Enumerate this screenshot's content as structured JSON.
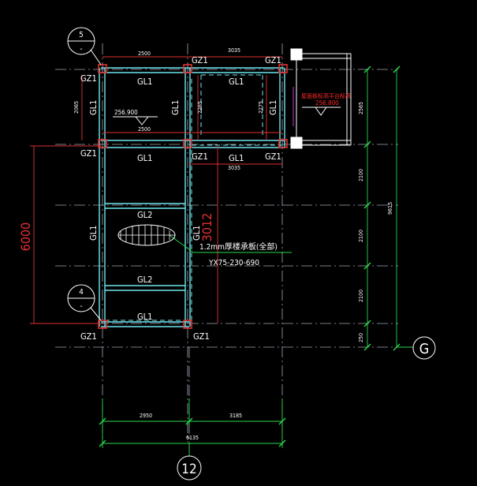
{
  "colors": {
    "background": "#000000",
    "grid": "#9ea7b3",
    "beam": "#6fe6ee",
    "column": "#e23030",
    "dim": "#2ad84a",
    "text": "#ffffff",
    "annot": "#ff2a2a",
    "magenta": "#ff3cff"
  },
  "labels": {
    "gz1": "GZ1",
    "gl1": "GL1",
    "gl2": "GL2"
  },
  "dims": {
    "top_left": "2500",
    "top_right": "3035",
    "mid_left": "2500",
    "mid_right": "3035",
    "left_v1": "2065",
    "mid_v1": "2265",
    "right_v1": "2275",
    "right_chain": [
      "2565",
      "2100",
      "2100",
      "2100",
      "250"
    ],
    "right_total": "9615",
    "left_big": "6000",
    "center_big": "3012",
    "bottom_left": "2950",
    "bottom_right": "3185",
    "bottom_total": "6135"
  },
  "elevations": {
    "left_slab": "256.900",
    "right_slab": "256.800"
  },
  "notes": {
    "red_note": "屋面板标高平台标高",
    "steel_plate": "1.2mm厚楼承板(全部)",
    "steel_spec": "YX75-230-690"
  },
  "bubbles": {
    "detail_top_num": "5",
    "detail_top_sub": "-",
    "detail_mid_num": "4",
    "detail_mid_sub": "-",
    "axis_g": "G",
    "axis_12": "12"
  }
}
